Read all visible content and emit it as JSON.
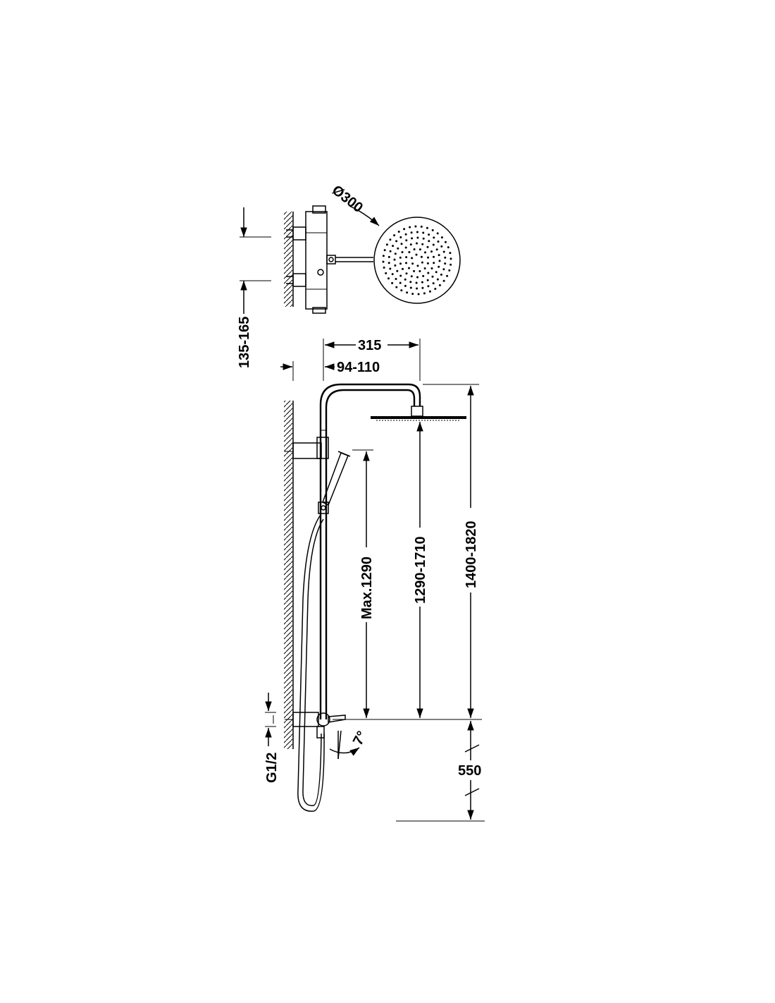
{
  "labels": {
    "head_diameter": "Ø300",
    "wall_offset": "135-165",
    "arm_length": "315",
    "column_offset": "94-110",
    "handshower_height": "Max.1290",
    "head_height_from_valve": "1290-1710",
    "total_height": "1400-1820",
    "connection": "G1/2",
    "angle": "7°",
    "valve_height": "550"
  },
  "colors": {
    "line": "#000000",
    "background": "#ffffff"
  }
}
